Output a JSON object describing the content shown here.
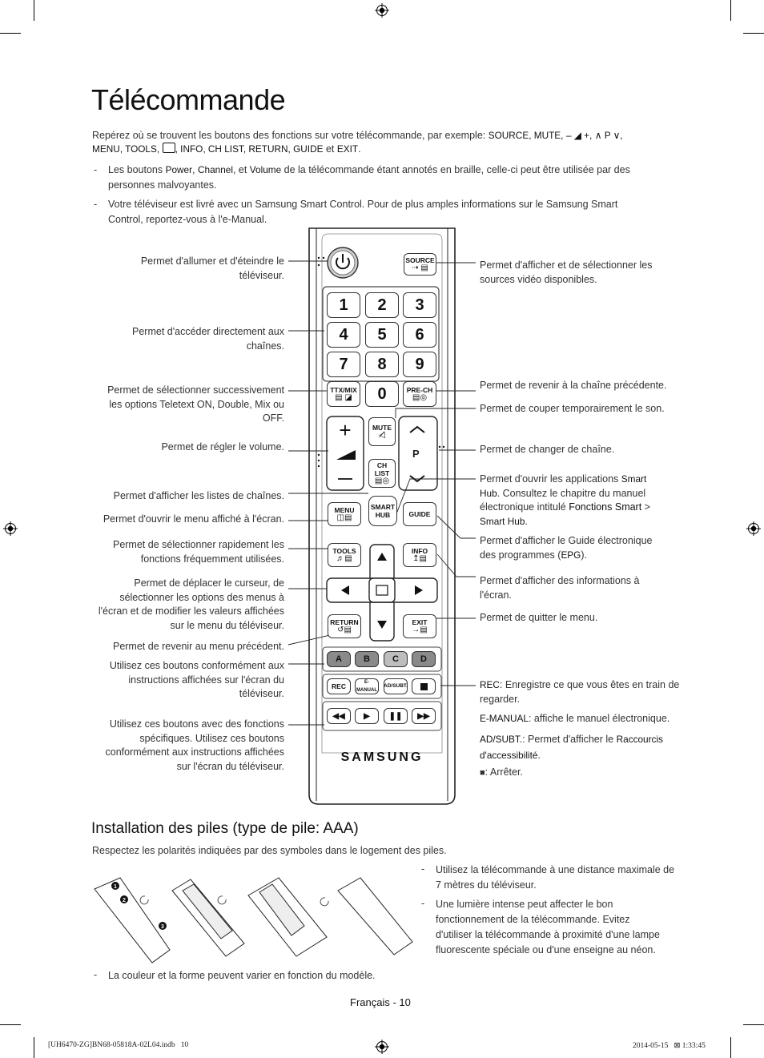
{
  "page_title": "Télécommande",
  "intro": {
    "text": "Repérez où se trouvent les boutons des fonctions sur votre télécommande, par exemple: ",
    "keys1": "SOURCE, MUTE,",
    "vol_icon": "– ◢ +,",
    "ch_icon": "∧ P ∨,",
    "keys2": "MENU, TOOLS,",
    "keys3": ", INFO, CH LIST, RETURN, GUIDE",
    "et": "et",
    "exit": "EXIT",
    "period": "."
  },
  "notes": [
    {
      "pre": "Les boutons ",
      "k1": "Power",
      "m1": ", ",
      "k2": "Channel",
      "m2": ", et ",
      "k3": "Volume",
      "post": " de la télécommande étant annotés en braille, celle-ci peut être utilisée par des personnes malvoyantes."
    },
    {
      "text": "Votre téléviseur est livré avec un Samsung Smart Control. Pour de plus amples informations sur le Samsung Smart Control, reportez-vous à l'e-Manual."
    }
  ],
  "left_labels": [
    "Permet d'allumer et d'éteindre le téléviseur.",
    "Permet d'accéder directement aux chaînes.",
    "Permet de sélectionner successivement les options Teletext ON, Double, Mix ou OFF.",
    "Permet de régler le volume.",
    "Permet d'afficher les listes de chaînes.",
    "Permet d'ouvrir le menu affiché à l'écran.",
    "Permet de sélectionner rapidement les fonctions fréquemment utilisées.",
    "Permet de déplacer le curseur, de sélectionner les options des menus à l'écran et de modifier les valeurs affichées sur le menu du téléviseur.",
    "Permet de revenir au menu précédent.",
    "Utilisez ces boutons conformément aux instructions affichées sur l'écran du téléviseur.",
    "Utilisez ces boutons avec des fonctions spécifiques. Utilisez ces boutons conformément aux instructions affichées sur l'écran du téléviseur."
  ],
  "right_labels": {
    "source": "Permet d'afficher et de sélectionner les sources vidéo disponibles.",
    "prech": "Permet de revenir à la chaîne précédente.",
    "mute": "Permet de couper temporairement le son.",
    "channel": "Permet de changer de chaîne.",
    "smart_pre": "Permet d'ouvrir les applications ",
    "smart_k1": "Smart Hub",
    "smart_mid": ". Consultez le chapitre du manuel électronique intitulé ",
    "smart_k2": "Fonctions Smart",
    "smart_gt": " > ",
    "smart_k3": "Smart Hub",
    "smart_end": ".",
    "guide_pre": "Permet d'afficher le Guide électronique des programmes (",
    "guide_k": "EPG",
    "guide_end": ").",
    "info": "Permet d'afficher des informations à l'écran.",
    "exit": "Permet de quitter le menu.",
    "rec_k": "REC",
    "rec": ": Enregistre ce que vous êtes en train de regarder.",
    "emanual_k": "E-MANUAL",
    "emanual": ": affiche le manuel électronique.",
    "adsubt_k": "AD/SUBT.",
    "adsubt": ": Permet d'afficher le ",
    "adsubt_k2": "Raccourcis d'accessibilité",
    "adsubt_end": ".",
    "stop_icon": "■",
    "stop": ": Arrêter."
  },
  "remote": {
    "source": "SOURCE",
    "digits": [
      "1",
      "2",
      "3",
      "4",
      "5",
      "6",
      "7",
      "8",
      "9",
      "0"
    ],
    "ttx": "TTX/MIX",
    "prech": "PRE-CH",
    "mute": "MUTE",
    "p": "P",
    "chlist": "CH LIST",
    "menu": "MENU",
    "smart": "SMART",
    "hub": "HUB",
    "guide": "GUIDE",
    "tools": "TOOLS",
    "info": "INFO",
    "return": "RETURN",
    "exit": "EXIT",
    "color_keys": [
      "A",
      "B",
      "C",
      "D"
    ],
    "rec": "REC",
    "emanual": "E-MANUAL",
    "adsubt": "AD/SUBT.",
    "brand": "SAMSUNG"
  },
  "battery": {
    "title": "Installation des piles (type de pile: AAA)",
    "intro": "Respectez les polarités indiquées par des symboles dans le logement des piles.",
    "steps": [
      "1",
      "2",
      "3"
    ],
    "bullets": [
      "Utilisez la télécommande à une distance maximale de 7 mètres du téléviseur.",
      "Une lumière intense peut affecter le bon fonctionnement de la télécommande. Evitez d'utiliser la télécommande à proximité d'une lampe fluorescente spéciale ou d'une enseigne au néon."
    ],
    "note": "La couleur et la forme peuvent varier en fonction du modèle."
  },
  "footer": {
    "page": "Français - 10",
    "file": "[UH6470-ZG]BN68-05818A-02L04.indb   10",
    "date": "2014-05-15   ⊠ 1:33:45"
  }
}
